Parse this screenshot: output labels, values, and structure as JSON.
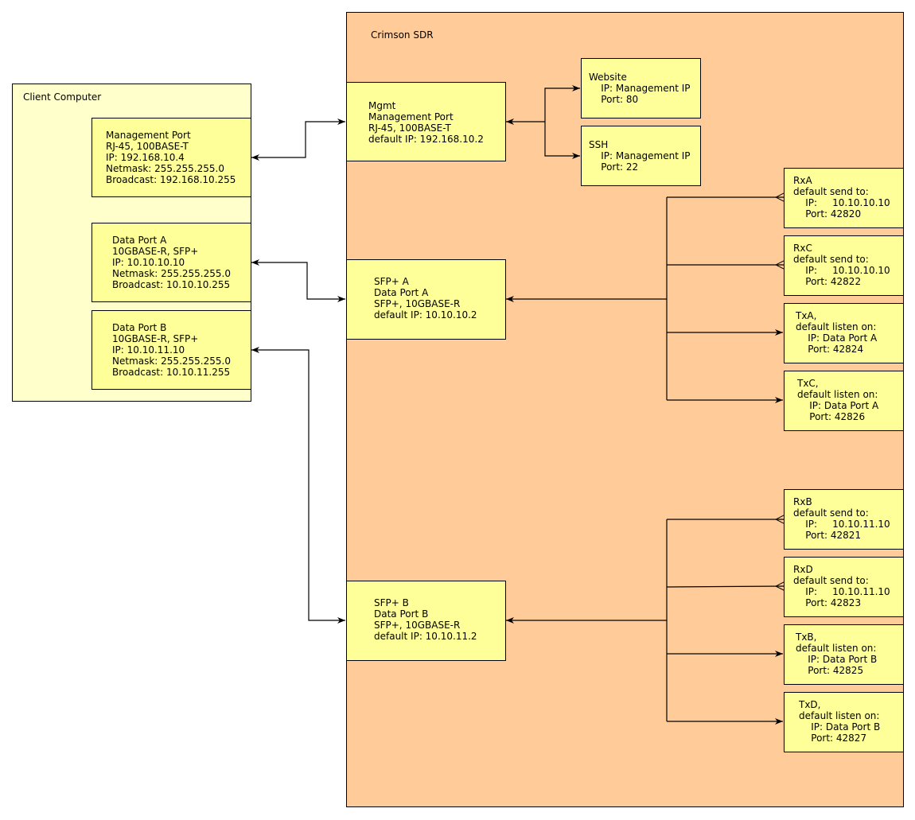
{
  "colors": {
    "client_bg": "#ffffcc",
    "sdr_bg": "#ffcc99",
    "box_bg": "#ffff99",
    "line": "#000000"
  },
  "client": {
    "title": "Client Computer",
    "mgmt_port": {
      "lines": [
        "Management Port",
        "RJ-45, 100BASE-T",
        "IP: 192.168.10.4",
        "Netmask: 255.255.255.0",
        "Broadcast: 192.168.10.255"
      ]
    },
    "data_port_a": {
      "lines": [
        "Data Port A",
        "10GBASE-R, SFP+",
        "IP: 10.10.10.10",
        "Netmask: 255.255.255.0",
        "Broadcast: 10.10.10.255"
      ]
    },
    "data_port_b": {
      "lines": [
        "Data Port B",
        "10GBASE-R, SFP+",
        "IP: 10.10.11.10",
        "Netmask: 255.255.255.0",
        "Broadcast: 10.10.11.255"
      ]
    }
  },
  "sdr": {
    "title": "Crimson SDR",
    "mgmt": {
      "lines": [
        "Mgmt",
        "Management Port",
        "RJ-45, 100BASE-T",
        "default IP: 192.168.10.2"
      ]
    },
    "website": {
      "lines": [
        "Website",
        "    IP: Management IP",
        "    Port: 80"
      ]
    },
    "ssh": {
      "lines": [
        "SSH",
        "    IP: Management IP",
        "    Port: 22"
      ]
    },
    "sfp_a": {
      "lines": [
        "SFP+ A",
        "Data Port A",
        "SFP+, 10GBASE-R",
        "default IP: 10.10.10.2"
      ]
    },
    "sfp_b": {
      "lines": [
        "SFP+ B",
        "Data Port B",
        "SFP+, 10GBASE-R",
        "default IP: 10.10.11.2"
      ]
    },
    "channels": {
      "rxa": {
        "lines": [
          "RxA",
          "default send to:",
          "    IP:     10.10.10.10",
          "    Port: 42820"
        ]
      },
      "rxc": {
        "lines": [
          "RxC",
          "default send to:",
          "    IP:     10.10.10.10",
          "    Port: 42822"
        ]
      },
      "txa": {
        "lines": [
          "TxA,",
          "default listen on:",
          "    IP: Data Port A",
          "    Port: 42824"
        ]
      },
      "txc": {
        "lines": [
          "TxC,",
          "default listen on:",
          "    IP: Data Port A",
          "    Port: 42826"
        ]
      },
      "rxb": {
        "lines": [
          "RxB",
          "default send to:",
          "    IP:     10.10.11.10",
          "    Port: 42821"
        ]
      },
      "rxd": {
        "lines": [
          "RxD",
          "default send to:",
          "    IP:     10.10.11.10",
          "    Port: 42823"
        ]
      },
      "txb": {
        "lines": [
          "TxB,",
          "default listen on:",
          "    IP: Data Port B",
          "    Port: 42825"
        ]
      },
      "txd": {
        "lines": [
          "TxD,",
          "default listen on:",
          "    IP: Data Port B",
          "    Port: 42827"
        ]
      }
    }
  }
}
